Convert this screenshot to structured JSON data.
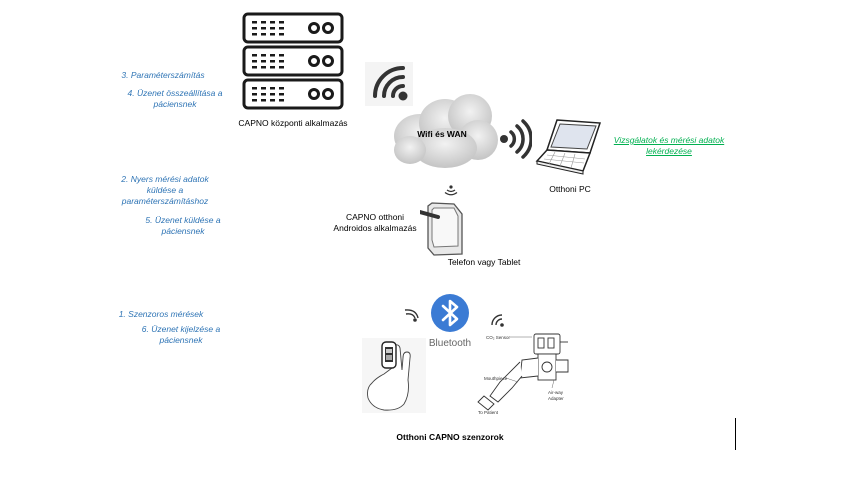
{
  "diagram": {
    "steps_top": {
      "step3": "3. Paraméterszámítás",
      "step4_line1": "4. Üzenet összeállítása a",
      "step4_line2": "páciensnek"
    },
    "steps_middle": {
      "step2_line1": "2. Nyers mérési adatok",
      "step2_line2": "küldése a",
      "step2_line3": "paraméterszámításhoz",
      "step5_line1": "5. Üzenet küldése a",
      "step5_line2": "páciensnek"
    },
    "steps_bottom": {
      "step1": "1. Szenzoros mérések",
      "step6_line1": "6. Üzenet kijelzése a",
      "step6_line2": "páciensnek"
    },
    "nodes": {
      "server_label": "CAPNO központi alkalmazás",
      "cloud_label": "Wifi és  WAN",
      "pc_label": "Otthoni PC",
      "pc_link_line1": "Vizsgálatok és mérési adatok",
      "pc_link_line2": "lekérdezése",
      "app_label_line1": "CAPNO otthoni",
      "app_label_line2": "Androidos alkalmazás",
      "tablet_label": "Telefon vagy Tablet",
      "bluetooth_label": "Bluetooth",
      "sensors_label": "Otthoni CAPNO szenzorok",
      "co2_sensor": "CO₂ Sensor",
      "mouthpiece": "Mouthpiece",
      "airway_line1": "Air-way",
      "airway_line2": "Adapter",
      "to_patient": "To Patient"
    },
    "colors": {
      "step_text": "#2e74b5",
      "link_text": "#00b050",
      "bluetooth": "#3b7bd4"
    }
  }
}
